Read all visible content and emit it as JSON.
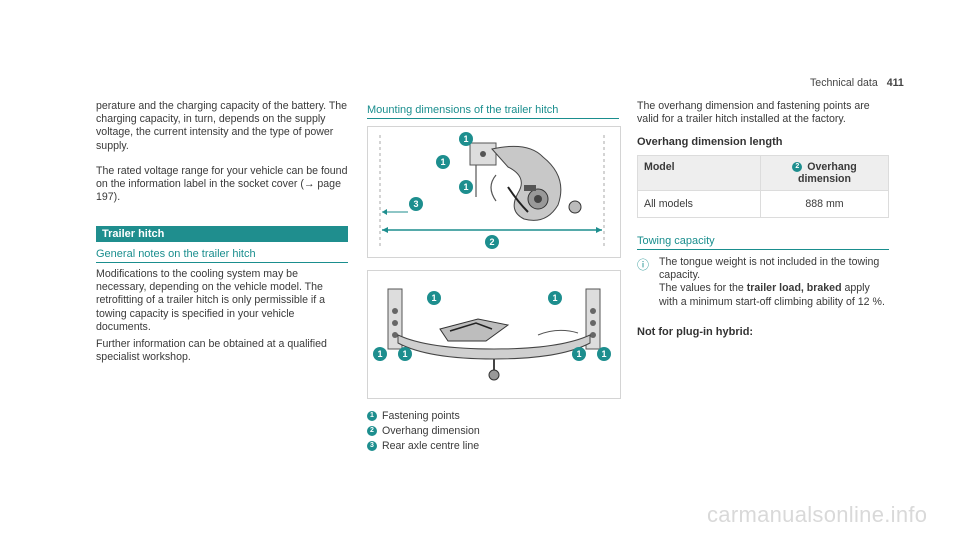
{
  "header": {
    "section": "Technical data",
    "page_number": "411"
  },
  "left": {
    "intro_paragraph": "perature and the charging capacity of the battery. The charging capacity, in turn, depends on the supply voltage, the current intensity and the type of power supply.",
    "rated_voltage_paragraph": "The rated voltage range for your vehicle can be found on the information label in the socket cover (→ page 197).",
    "section_bar": "Trailer hitch",
    "subheading": "General notes on the trailer hitch",
    "modifications_paragraph": "Modifications to the cooling system may be necessary, depending on the vehicle model. The retrofitting of a trailer hitch is only permissible if a towing capacity is specified in your vehicle documents.",
    "further_info_paragraph": "Further information can be obtained at a qualified specialist workshop."
  },
  "middle": {
    "subheading": "Mounting dimensions of the trailer hitch",
    "legend": [
      {
        "num": "1",
        "text": "Fastening points"
      },
      {
        "num": "2",
        "text": "Overhang dimension"
      },
      {
        "num": "3",
        "text": "Rear axle centre line"
      }
    ]
  },
  "right": {
    "overhang_paragraph": "The overhang dimension and fastening points are valid for a trailer hitch installed at the factory.",
    "table_title": "Overhang dimension length",
    "table": {
      "col1_header": "Model",
      "col2_marker": "2",
      "col2_header": "Overhang dimension",
      "rows": [
        {
          "model": "All models",
          "value": "888 mm"
        }
      ]
    },
    "towing_subheading": "Towing capacity",
    "note_line1": "The tongue weight is not included in the towing capacity.",
    "note_line2_pre": "The values for the ",
    "note_line2_bold": "trailer load, braked",
    "note_line2_post": " apply with a minimum start-off climbing ability of 12 %.",
    "not_for_label": "Not for plug-in hybrid:"
  },
  "watermark": "carmanualsonline.info"
}
